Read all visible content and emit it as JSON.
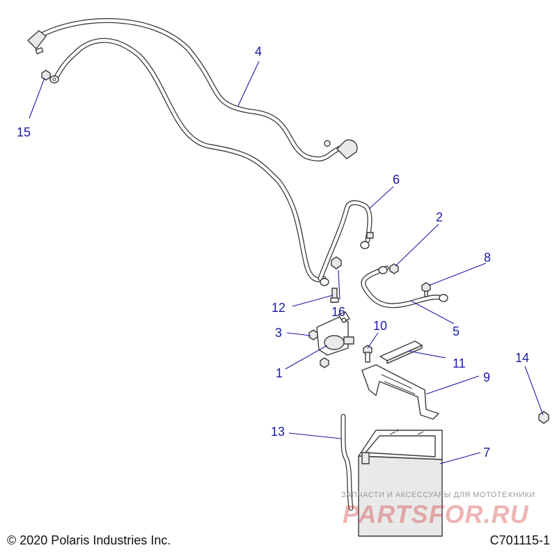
{
  "diagram": {
    "callouts": {
      "c1": "1",
      "c2": "2",
      "c3": "3",
      "c4": "4",
      "c5": "5",
      "c6": "6",
      "c7": "7",
      "c8": "8",
      "c9": "9",
      "c10": "10",
      "c11": "11",
      "c12": "12",
      "c13": "13",
      "c14": "14",
      "c15": "15",
      "c16": "16"
    },
    "colors": {
      "callout": "#1a1aa6",
      "linework": "#3a3a3a",
      "watermark_red": "#d22828"
    }
  },
  "footer": {
    "copyright": "© 2020 Polaris Industries Inc.",
    "drawing_code": "C701115-1"
  },
  "watermark": {
    "caption": "ЗАПЧАСТИ И АКСЕССУАРЫ ДЛЯ МОТОТЕХНИКИ",
    "logo": "PARTSFOR.RU"
  }
}
